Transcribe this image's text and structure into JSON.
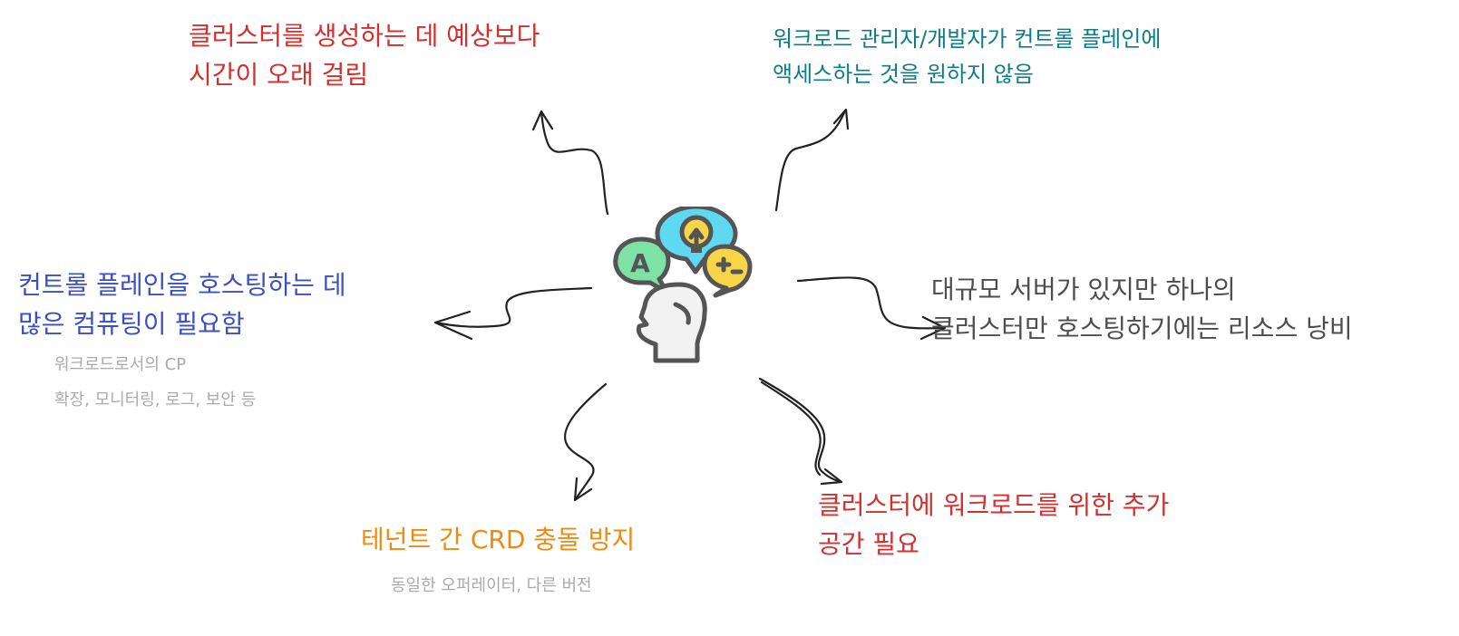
{
  "colors": {
    "red": "#d32f2f",
    "teal": "#0e7c86",
    "blue": "#3b4fc4",
    "gray": "#4d4d4d",
    "orange": "#ee8a10",
    "light": "#aaaaaa",
    "stroke": "#222222",
    "bulb_bubble": "#5fd9f2",
    "bulb": "#f7d548",
    "a_bubble": "#7ee1a6",
    "plusminus_bubble": "#f7d548",
    "head": "#f2f2f2",
    "icon_outline": "#555555"
  },
  "nodes": {
    "cluster_time": {
      "lines": [
        "클러스터를 생성하는 데 예상보다",
        "시간이 오래 걸림"
      ]
    },
    "workload_access": {
      "lines": [
        "워크로드 관리자/개발자가 컨트롤 플레인에",
        "액세스하는 것을 원하지 않음"
      ]
    },
    "control_plane_compute": {
      "lines": [
        "컨트롤 플레인을 호스팅하는 데",
        "많은 컴퓨팅이 필요함"
      ],
      "notes": [
        "워크로드로서의 CP",
        "확장, 모니터링, 로그, 보안 등"
      ]
    },
    "resource_waste": {
      "lines": [
        "대규모 서버가 있지만 하나의",
        "클러스터만 호스팅하기에는 리소스 낭비"
      ]
    },
    "crd_conflict": {
      "lines": [
        "테넌트 간 CRD 충돌 방지"
      ],
      "notes": [
        "동일한 오퍼레이터, 다른 버전"
      ]
    },
    "extra_space": {
      "lines": [
        "클러스터에 워크로드를 위한 추가",
        "공간 필요"
      ]
    }
  },
  "center": {
    "icon": "thinking-head-icon",
    "letter": "A"
  }
}
